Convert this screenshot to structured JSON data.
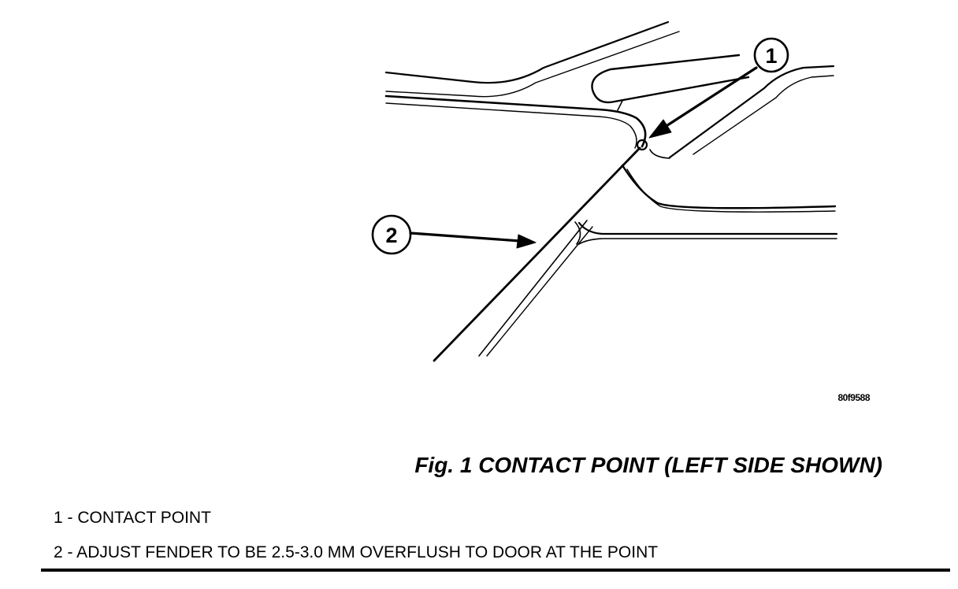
{
  "figure": {
    "caption": "Fig. 1 CONTACT POINT (LEFT SIDE SHOWN)",
    "ref_code": "80f9588"
  },
  "callouts": [
    {
      "number": "1"
    },
    {
      "number": "2"
    }
  ],
  "legend": [
    {
      "text": "1 - CONTACT POINT"
    },
    {
      "text": "2 - ADJUST FENDER TO BE 2.5-3.0 MM OVERFLUSH TO DOOR AT THE POINT"
    }
  ],
  "colors": {
    "ink": "#000000",
    "paper": "#ffffff"
  }
}
